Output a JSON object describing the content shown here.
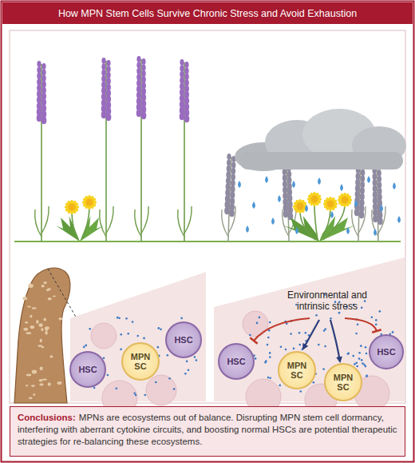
{
  "diagram": {
    "title": "How MPN Stem Cells Survive Chronic Stress and Avoid Exhaustion",
    "nodes": [
      {
        "text": [
          "HSC"
        ]
      },
      {
        "text": [
          "MPN SC"
        ]
      },
      {
        "text": [
          "HSC"
        ]
      },
      {
        "text": [
          "HSC"
        ]
      },
      {
        "text": [
          "MPN SC"
        ]
      },
      {
        "text": [
          "MPN SC"
        ]
      },
      {
        "text": [
          "HSC"
        ]
      },
      {
        "text": [
          "Conclusions:",
          "MPNs are ecosystems out of balance. Disrupting MPN stem cell dormancy, interfering with aberrant cytokine circuits, and boosting normal HSCs are potential therapeutic strategies for re-balancing these ecosystems."
        ]
      }
    ],
    "labels": [
      "Environmental and intrinsic stress"
    ]
  }
}
